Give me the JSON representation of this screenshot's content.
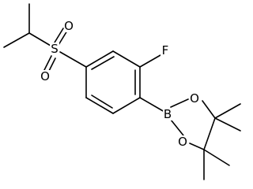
{
  "molecule": {
    "atoms": {
      "sulfur": "S",
      "sulfonyl_oxygen_top": "O",
      "sulfonyl_oxygen_bottom": "O",
      "fluorine": "F",
      "boron": "B",
      "ring_oxygen_top": "O",
      "ring_oxygen_bottom": "O"
    }
  },
  "colors": {
    "bond": "#000000",
    "label": "#000000",
    "background": "#ffffff"
  }
}
